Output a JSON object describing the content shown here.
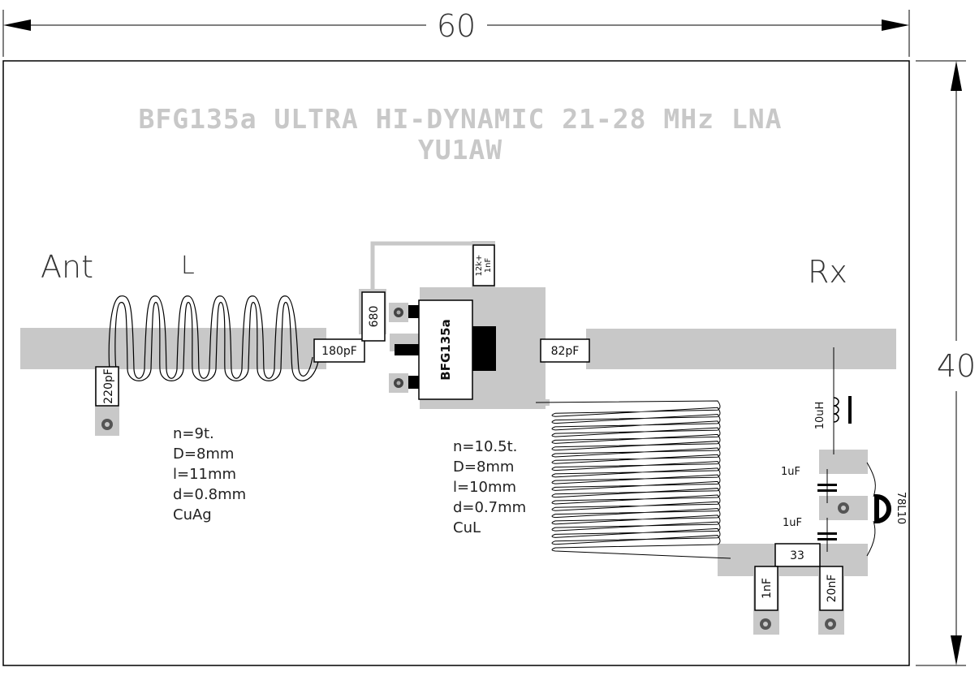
{
  "dimensions": {
    "width_mm": "60",
    "height_mm": "40"
  },
  "title": {
    "line1": "BFG135a ULTRA HI-DYNAMIC 21-28 MHz LNA",
    "line2": "YU1AW"
  },
  "labels": {
    "antenna": "Ant",
    "inductor": "L",
    "receiver": "Rx"
  },
  "components": {
    "c_220": "220pF",
    "c_180": "180pF",
    "r_680": "680",
    "rc_12k": "12k+",
    "rc_1nf": "1nF",
    "transistor": "BFG135a",
    "c_82": "82pF",
    "l_10uh": "10uH",
    "c_1uf_top": "1uF",
    "c_1uf_bottom": "1uF",
    "regulator": "78L10",
    "r_33": "33",
    "c_1nf": "1nF",
    "c_20nf": "20nF"
  },
  "coil_left": {
    "lines": [
      "n=9t.",
      "D=8mm",
      "l=11mm",
      "d=0.8mm",
      "CuAg"
    ]
  },
  "coil_right": {
    "lines": [
      "n=10.5t.",
      "D=8mm",
      "l=10mm",
      "d=0.7mm",
      "CuL"
    ]
  },
  "colors": {
    "copper": "#c8c8c8",
    "ink": "#000000",
    "title": "#c8c8c8"
  }
}
